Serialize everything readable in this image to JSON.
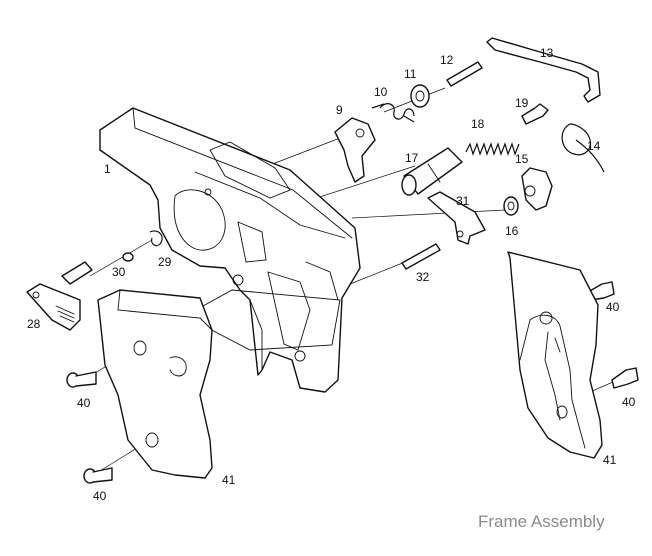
{
  "caption": "Frame Assembly",
  "callouts": {
    "c1": "1",
    "c9": "9",
    "c10": "10",
    "c11": "11",
    "c12": "12",
    "c13": "13",
    "c14": "14",
    "c15": "15",
    "c16": "16",
    "c17": "17",
    "c18": "18",
    "c19": "19",
    "c28": "28",
    "c29": "29",
    "c30": "30",
    "c31": "31",
    "c32": "32",
    "c40a": "40",
    "c40b": "40",
    "c40c": "40",
    "c40d": "40",
    "c41a": "41",
    "c41b": "41"
  }
}
